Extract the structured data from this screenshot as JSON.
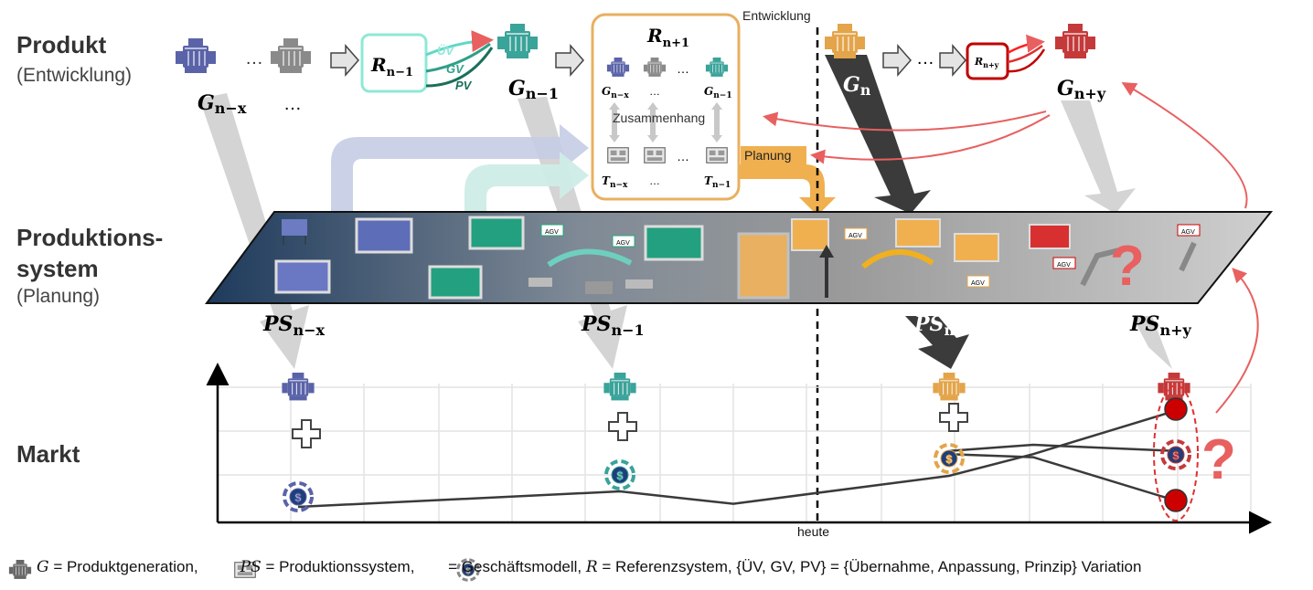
{
  "rows": {
    "product": {
      "title": "Produkt",
      "subtitle": "(Entwicklung)"
    },
    "production": {
      "title_line1": "Produktions-",
      "title_line2": "system",
      "subtitle": "(Planung)"
    },
    "market": {
      "title": "Markt"
    }
  },
  "product_generations": [
    {
      "label": "G",
      "sub": "n−x"
    },
    {
      "label": "…",
      "sub": ""
    },
    {
      "label": "G",
      "sub": "n−1"
    },
    {
      "label": "G",
      "sub": "n"
    },
    {
      "label": "G",
      "sub": "n+y"
    }
  ],
  "reference_systems": {
    "r_prev": {
      "label": "R",
      "sub": "n−1"
    },
    "r_next": {
      "label": "R",
      "sub": "n+1"
    },
    "r_future": {
      "label": "R",
      "sub": "n+y"
    },
    "variations": [
      "ÜV",
      "GV",
      "PV"
    ]
  },
  "rn1_box": {
    "g_labels": [
      {
        "label": "G",
        "sub": "n−x"
      },
      {
        "label": "…",
        "sub": ""
      },
      {
        "label": "G",
        "sub": "n−1"
      }
    ],
    "t_labels": [
      {
        "label": "T",
        "sub": "n−x"
      },
      {
        "label": "…",
        "sub": ""
      },
      {
        "label": "T",
        "sub": "n−1"
      }
    ],
    "middle_label": "Zusammenhang",
    "ellipsis": "…"
  },
  "annotations": {
    "entwicklung": "Entwicklung",
    "planung": "Planung",
    "heute": "heute",
    "question": "?"
  },
  "production_systems": [
    {
      "label": "PS",
      "sub": "n−x"
    },
    {
      "label": "PS",
      "sub": "n−1"
    },
    {
      "label": "PS",
      "sub": "n"
    },
    {
      "label": "PS",
      "sub": "n+y"
    }
  ],
  "agv_label": "AGV",
  "colors": {
    "gen_past": "#5a63a8",
    "gen_prev": "#3aa39a",
    "gen_current": "#e3a44a",
    "gen_future": "#c43a3a",
    "r_prev_border": "#8fe8d6",
    "r_next_border": "#e8b060",
    "r_future_border": "#c00000",
    "arrow_gray": "#d0d0d0",
    "arrow_dark": "#3a3a3a",
    "red_line": "#e86060"
  },
  "market_lines": {
    "base": [
      [
        0,
        0.5
      ],
      [
        2,
        1.0
      ],
      [
        3,
        0.6
      ],
      [
        4,
        1.5
      ],
      [
        5,
        2.2
      ],
      [
        6,
        3.6
      ]
    ],
    "mid": [
      [
        4,
        2.3
      ],
      [
        5,
        2.5
      ],
      [
        6,
        2.3
      ]
    ],
    "low": [
      [
        4,
        2.2
      ],
      [
        5,
        2.1
      ],
      [
        6,
        0.7
      ]
    ]
  },
  "legend": {
    "g_sym": "G",
    "g_text": " = Produktgeneration,",
    "ps_sym": "PS",
    "ps_text": " = Produktionssystem,",
    "bm_text": " = Geschäftsmodell, ",
    "r_sym": "R",
    "r_text": " = Referenzsystem, {ÜV, GV, PV} = {Übernahme, Anpassung, Prinzip} Variation"
  }
}
